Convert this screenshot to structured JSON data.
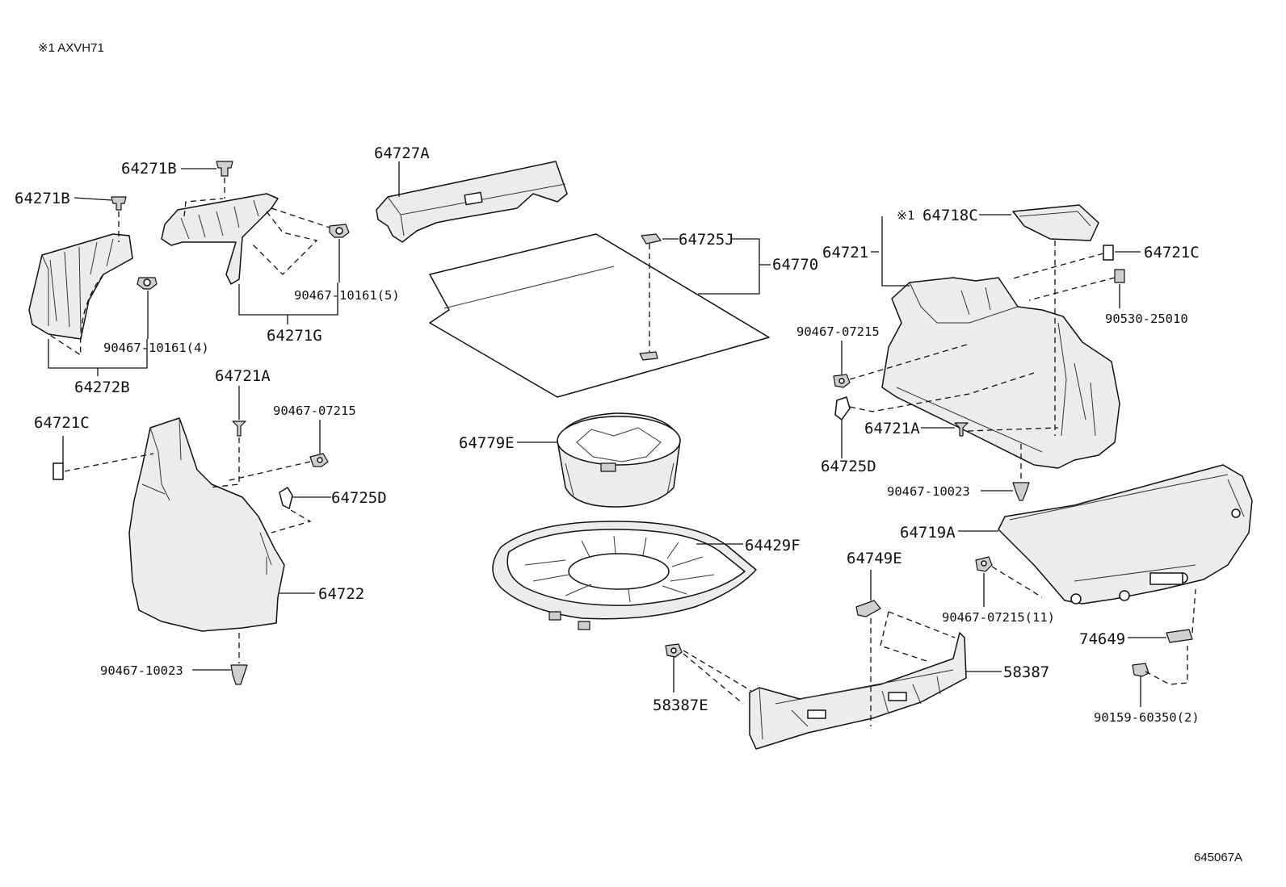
{
  "note": "※1 AXVH71",
  "diagram_code": "645067A",
  "labels": {
    "p64271B_a": "64271B",
    "p64271B_b": "64271B",
    "p64272B": "64272B",
    "p90467_10161_4": "90467-10161(4)",
    "p64271G": "64271G",
    "p90467_10161_5": "90467-10161(5)",
    "p64727A": "64727A",
    "p64725J": "64725J",
    "p64770": "64770",
    "p64779E": "64779E",
    "p64429F": "64429F",
    "p64721A_left": "64721A",
    "p64721C_left": "64721C",
    "p90467_07215_left": "90467-07215",
    "p64725D_left": "64725D",
    "p64722": "64722",
    "p90467_10023_left": "90467-10023",
    "p64718C_mark": "※1",
    "p64718C": "64718C",
    "p64721": "64721",
    "p64721C_right": "64721C",
    "p90530_25010": "90530-25010",
    "p90467_07215_right": "90467-07215",
    "p64721A_right": "64721A",
    "p64725D_right": "64725D",
    "p90467_10023_right": "90467-10023",
    "p64719A": "64719A",
    "p90467_07215_11": "90467-07215(11)",
    "p74649": "74649",
    "p90159_60350_2": "90159-60350(2)",
    "p64749E": "64749E",
    "p58387": "58387",
    "p58387E": "58387E"
  }
}
